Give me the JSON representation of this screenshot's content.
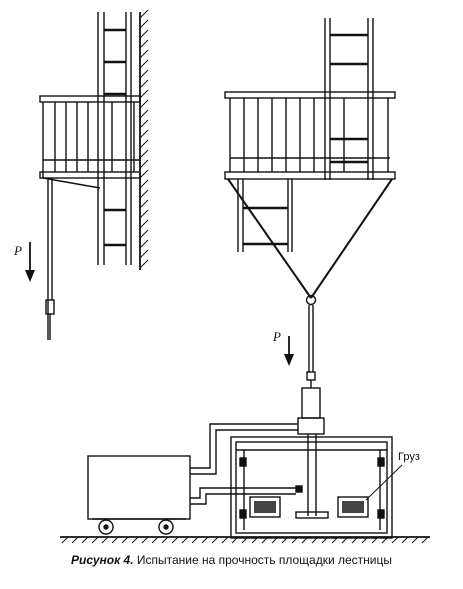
{
  "figure": {
    "force_label_left": "P",
    "force_label_right": "P",
    "load_label": "Груз"
  },
  "caption": {
    "label": "Рисунок 4.",
    "text": "Испытание на прочность площадки лестницы"
  }
}
